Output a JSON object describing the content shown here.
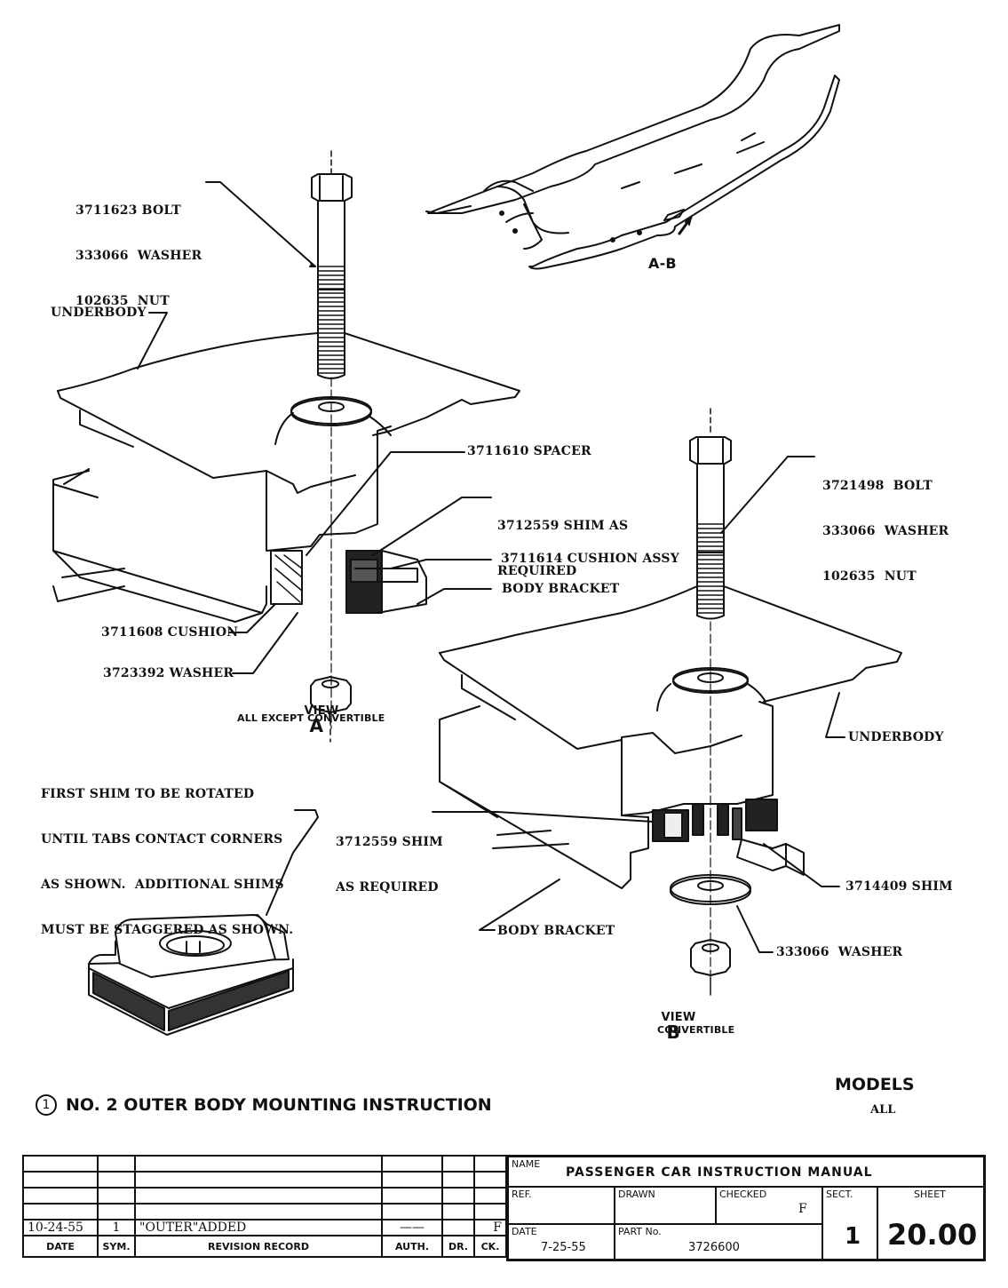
{
  "diagram": {
    "view_a": {
      "callouts": {
        "bolt_group": [
          "3711623 BOLT",
          "333066  WASHER",
          "102635  NUT"
        ],
        "underbody": "UNDERBODY",
        "spacer": "3711610 SPACER",
        "shim": [
          "3712559 SHIM AS",
          "REQUIRED"
        ],
        "cushion_assy": "3711614 CUSHION ASSY",
        "body_bracket": "BODY BRACKET",
        "cushion": "3711608 CUSHION",
        "washer": "3723392 WASHER"
      },
      "view_label": "VIEW",
      "view_letter": "A",
      "caption": "ALL EXCEPT CONVERTIBLE"
    },
    "view_b": {
      "callouts": {
        "bolt_group": [
          "3721498  BOLT",
          "333066  WASHER",
          "102635  NUT"
        ],
        "underbody": "UNDERBODY",
        "shim_required": [
          "3712559 SHIM",
          "AS REQUIRED"
        ],
        "shim": "3714409 SHIM",
        "body_bracket": "BODY BRACKET",
        "washer": "333066  WASHER"
      },
      "view_label": "VIEW",
      "view_letter": "B",
      "caption": "CONVERTIBLE"
    },
    "frame_marker": "A-B",
    "shim_note": [
      "FIRST SHIM TO BE ROTATED",
      "UNTIL TABS CONTACT CORNERS",
      "AS SHOWN.  ADDITIONAL SHIMS",
      "MUST BE STAGGERED AS SHOWN."
    ]
  },
  "title": {
    "number": "1",
    "text": "NO. 2 OUTER BODY MOUNTING INSTRUCTION"
  },
  "models": {
    "label": "MODELS",
    "value": "ALL"
  },
  "revision_table": {
    "headers": [
      "DATE",
      "SYM.",
      "REVISION RECORD",
      "AUTH.",
      "DR.",
      "CK."
    ],
    "rows": [
      [
        "",
        "",
        "",
        "",
        "",
        ""
      ],
      [
        "",
        "",
        "",
        "",
        "",
        ""
      ],
      [
        "",
        "",
        "",
        "",
        "",
        ""
      ],
      [
        "",
        "",
        "",
        "",
        "",
        ""
      ],
      [
        "10-24-55",
        "1",
        "\"OUTER\"ADDED",
        "——",
        "",
        "F"
      ]
    ]
  },
  "title_block": {
    "name_label": "NAME",
    "name_value": "PASSENGER CAR INSTRUCTION MANUAL",
    "ref_label": "REF.",
    "drawn_label": "DRAWN",
    "checked_label": "CHECKED",
    "checked_value": "F",
    "sect_label": "SECT.",
    "sect_value": "1",
    "sheet_label": "SHEET",
    "sheet_value": "20.00",
    "date_label": "DATE",
    "date_value": "7-25-55",
    "part_label": "PART No.",
    "part_value": "3726600"
  }
}
